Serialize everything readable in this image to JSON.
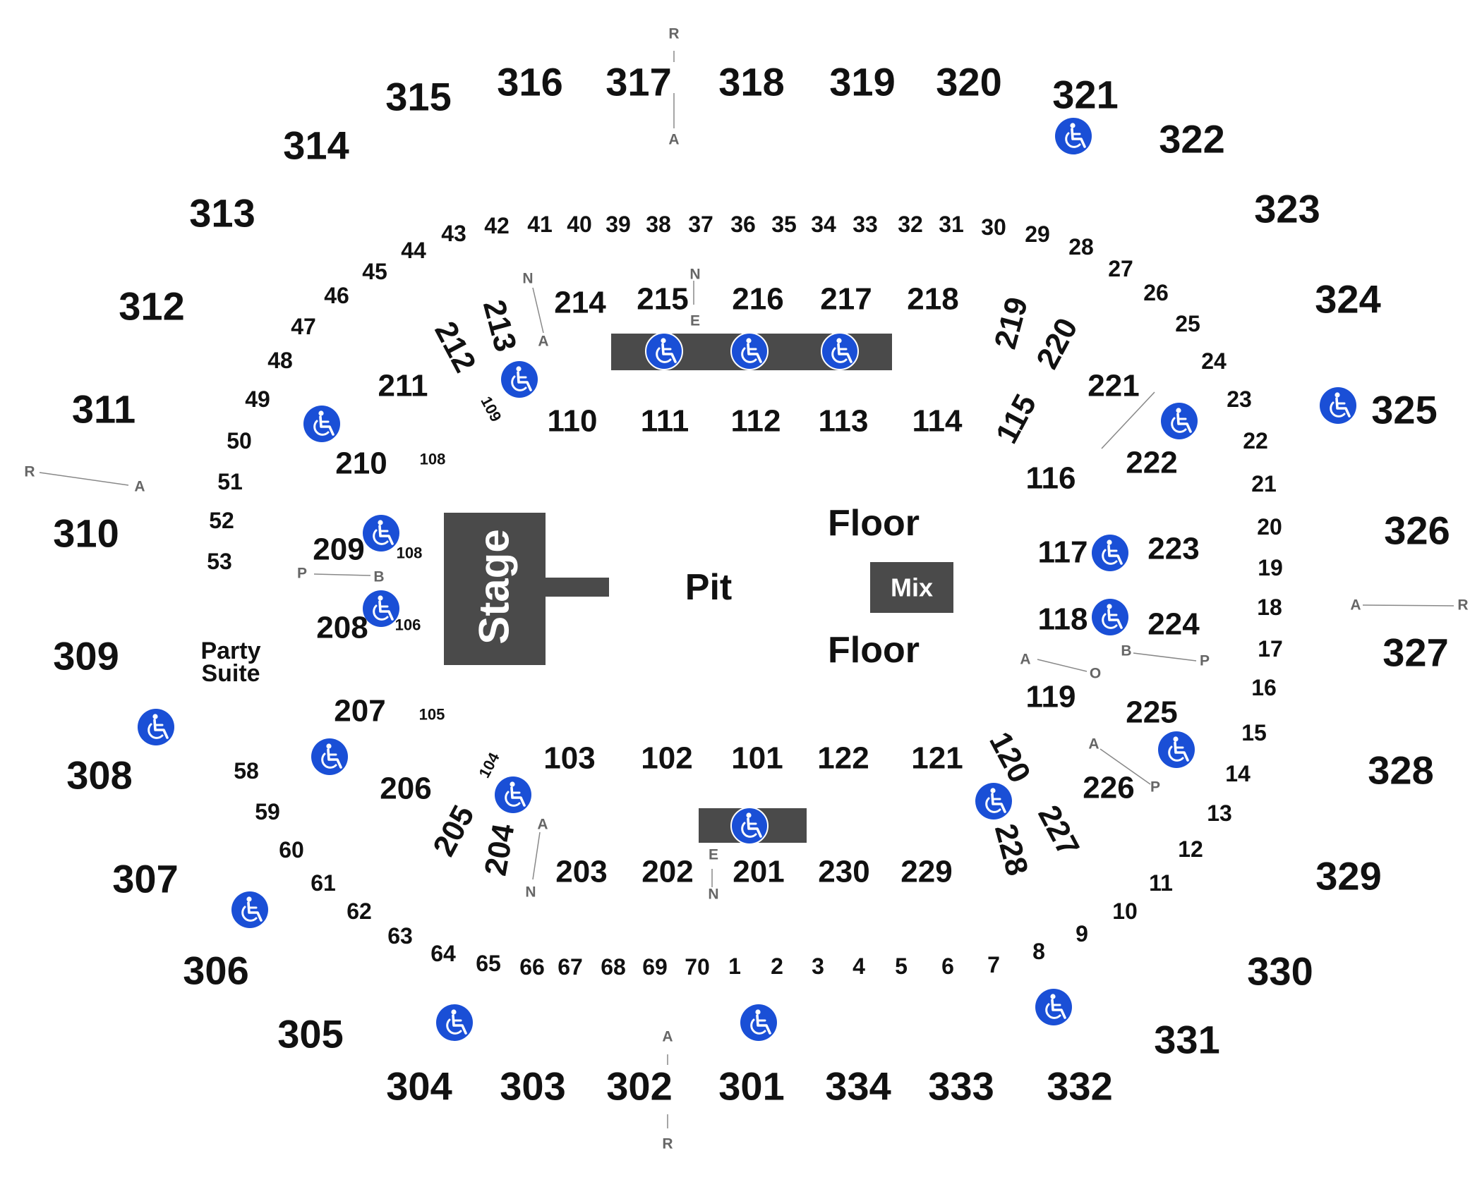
{
  "venue": {
    "stage_label": "Stage",
    "pit_label": "Pit",
    "floor_label_top": "Floor",
    "floor_label_bottom": "Floor",
    "mix_label": "Mix",
    "party_suite_line1": "Party",
    "party_suite_line2": "Suite"
  },
  "colors": {
    "accessible_blue": "#1a4fd6",
    "structure_gray": "#4a4a4a",
    "section_text": "#111111",
    "row_label_gray": "#666666"
  },
  "icons": {
    "accessible": "wheelchair-icon"
  },
  "sections": {
    "upper": [
      "301",
      "302",
      "303",
      "304",
      "305",
      "306",
      "307",
      "308",
      "309",
      "310",
      "311",
      "312",
      "313",
      "314",
      "315",
      "316",
      "317",
      "318",
      "319",
      "320",
      "321",
      "322",
      "323",
      "324",
      "325",
      "326",
      "327",
      "328",
      "329",
      "330",
      "331",
      "332",
      "333",
      "334"
    ],
    "mid": [
      "201",
      "202",
      "203",
      "204",
      "205",
      "206",
      "207",
      "208",
      "209",
      "210",
      "211",
      "212",
      "213",
      "214",
      "215",
      "216",
      "217",
      "218",
      "219",
      "220",
      "221",
      "222",
      "223",
      "224",
      "225",
      "226",
      "227",
      "228",
      "229",
      "230"
    ],
    "lower": [
      "101",
      "102",
      "103",
      "110",
      "111",
      "112",
      "113",
      "114",
      "115",
      "116",
      "117",
      "118",
      "119",
      "120",
      "121",
      "122"
    ],
    "lower_small": [
      "104",
      "105",
      "106",
      "108",
      "108",
      "109"
    ],
    "suites": [
      "1",
      "2",
      "3",
      "4",
      "5",
      "6",
      "7",
      "8",
      "9",
      "10",
      "11",
      "12",
      "13",
      "14",
      "15",
      "16",
      "17",
      "18",
      "19",
      "20",
      "21",
      "22",
      "23",
      "24",
      "25",
      "26",
      "27",
      "28",
      "29",
      "30",
      "31",
      "32",
      "33",
      "34",
      "35",
      "36",
      "37",
      "38",
      "39",
      "40",
      "41",
      "42",
      "43",
      "44",
      "45",
      "46",
      "47",
      "48",
      "49",
      "50",
      "51",
      "52",
      "53",
      "58",
      "59",
      "60",
      "61",
      "62",
      "63",
      "64",
      "65",
      "66",
      "67",
      "68",
      "69",
      "70"
    ]
  },
  "row_labels": [
    "R",
    "A",
    "N",
    "A",
    "N",
    "E",
    "P",
    "B",
    "A",
    "O",
    "B",
    "P",
    "A",
    "P",
    "A",
    "R",
    "R",
    "A",
    "A",
    "N",
    "E",
    "N",
    "A",
    "R"
  ]
}
